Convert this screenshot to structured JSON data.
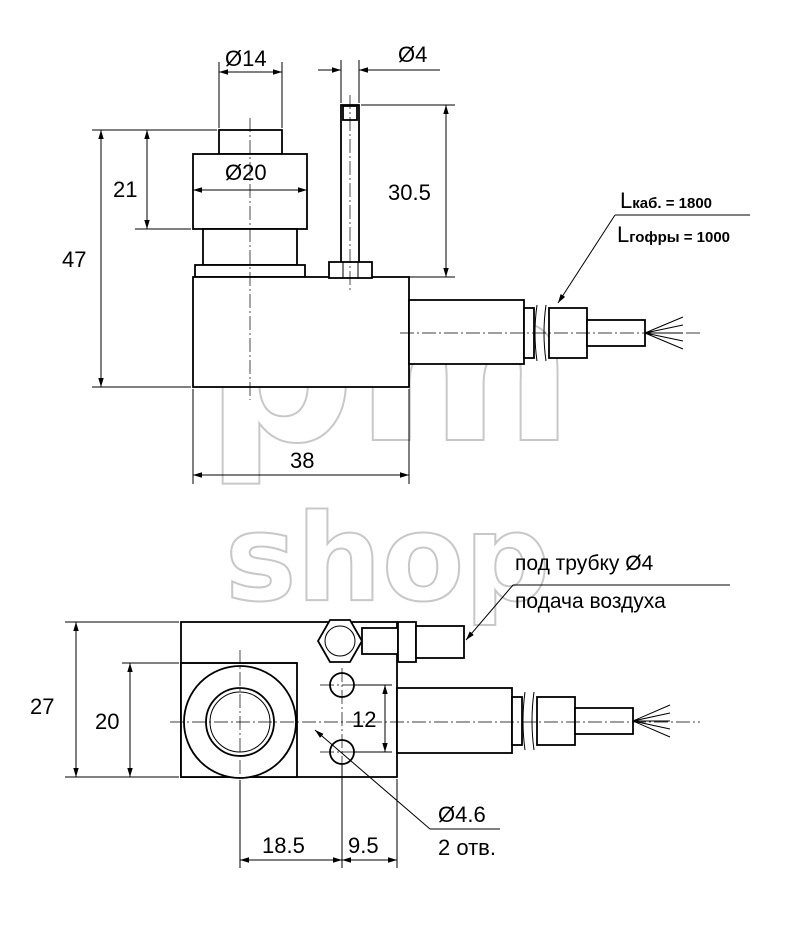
{
  "watermark": {
    "line1": "pm",
    "line2": "shop"
  },
  "top_view": {
    "dim_d14": "Ø14",
    "dim_d4": "Ø4",
    "dim_d20": "Ø20",
    "dim_21": "21",
    "dim_47": "47",
    "dim_30_5": "30.5",
    "dim_38": "38",
    "cable_length_label": "Lкаб. = 1800",
    "cable_length_main": "L",
    "cable_length_sub": "каб.",
    "cable_length_value": " = 1800",
    "hose_length_main": "L",
    "hose_length_sub": "гофры",
    "hose_length_value": " = 1000"
  },
  "bottom_view": {
    "note_tube": "под трубку Ø4",
    "note_air": "подача воздуха",
    "dim_27": "27",
    "dim_20": "20",
    "dim_12": "12",
    "dim_d4_6": "Ø4.6",
    "holes_note": "2 отв.",
    "dim_18_5": "18.5",
    "dim_9_5": "9.5"
  }
}
